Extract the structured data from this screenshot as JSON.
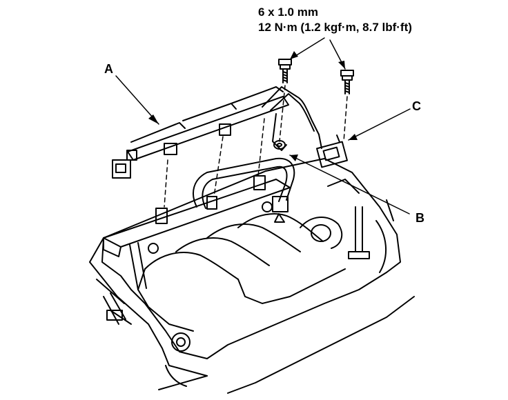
{
  "torque_spec": {
    "bolt_size": "6 x 1.0 mm",
    "torque": "12 N·m (1.2 kgf·m, 8.7 lbf·ft)"
  },
  "callouts": {
    "a": "A",
    "b": "B",
    "c": "C"
  }
}
